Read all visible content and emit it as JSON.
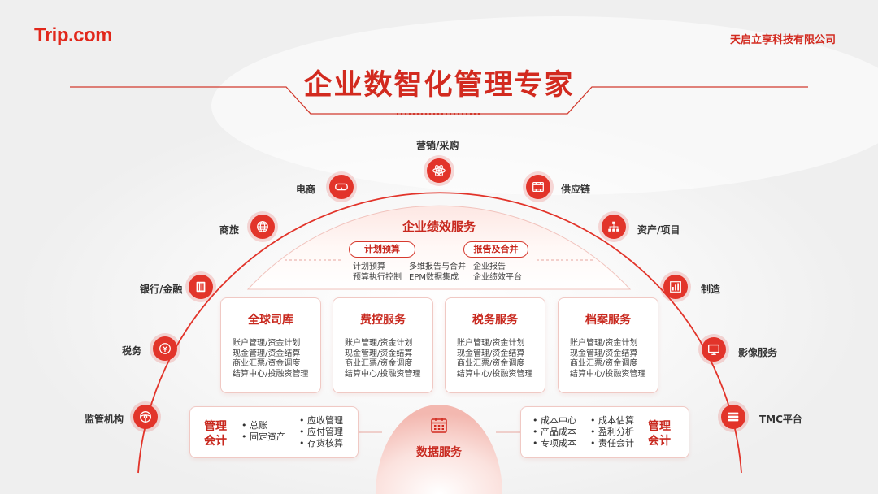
{
  "brand": {
    "logo": "Trip.com",
    "company": "天启立享科技有限公司"
  },
  "title": "企业数智化管理专家",
  "colors": {
    "accent": "#e2342a",
    "dark_red": "#c8281e"
  },
  "arc_nodes": [
    {
      "label": "营销/采购",
      "icon": "atom-icon"
    },
    {
      "label": "电商",
      "icon": "vr-glasses-icon"
    },
    {
      "label": "供应链",
      "icon": "film-icon"
    },
    {
      "label": "商旅",
      "icon": "globe-icon"
    },
    {
      "label": "资产/项目",
      "icon": "org-chart-icon"
    },
    {
      "label": "银行/金融",
      "icon": "bank-icon"
    },
    {
      "label": "制造",
      "icon": "bar-chart-icon"
    },
    {
      "label": "税务",
      "icon": "coin-icon"
    },
    {
      "label": "影像服务",
      "icon": "monitor-icon"
    },
    {
      "label": "监管机构",
      "icon": "steering-wheel-icon"
    },
    {
      "label": "TMC平台",
      "icon": "server-icon"
    }
  ],
  "performance": {
    "title": "企业绩效服务",
    "pills": [
      "计划预算",
      "报告及合并"
    ],
    "items": [
      {
        "line1": "计划预算",
        "line2": "预算执行控制"
      },
      {
        "line1": "多维报告与合并",
        "line2": "EPM数据集成"
      },
      {
        "line1": "企业报告",
        "line2": "企业绩效平台"
      }
    ]
  },
  "cards": [
    {
      "title": "全球司库",
      "lines": [
        "账户管理/资金计划",
        "现金管理/资金结算",
        "商业汇票/资金调度",
        "结算中心/投融资管理"
      ]
    },
    {
      "title": "费控服务",
      "lines": [
        "账户管理/资金计划",
        "现金管理/资金结算",
        "商业汇票/资金调度",
        "结算中心/投融资管理"
      ]
    },
    {
      "title": "税务服务",
      "lines": [
        "账户管理/资金计划",
        "现金管理/资金结算",
        "商业汇票/资金调度",
        "结算中心/投融资管理"
      ]
    },
    {
      "title": "档案服务",
      "lines": [
        "账户管理/资金计划",
        "现金管理/资金结算",
        "商业汇票/资金调度",
        "结算中心/投融资管理"
      ]
    }
  ],
  "left_accounting": {
    "title_line1": "管理",
    "title_line2": "会计",
    "col1": [
      "• 总账",
      "• 固定资产"
    ],
    "col2": [
      "• 应收管理",
      "• 应付管理",
      "• 存货核算"
    ]
  },
  "right_accounting": {
    "title_line1": "管理",
    "title_line2": "会计",
    "col1": [
      "• 成本中心",
      "• 产品成本",
      "• 专项成本"
    ],
    "col2": [
      "• 成本估算",
      "• 盈利分析",
      "• 责任会计"
    ]
  },
  "data_service": {
    "label": "数据服务",
    "icon": "calendar-grid-icon"
  }
}
